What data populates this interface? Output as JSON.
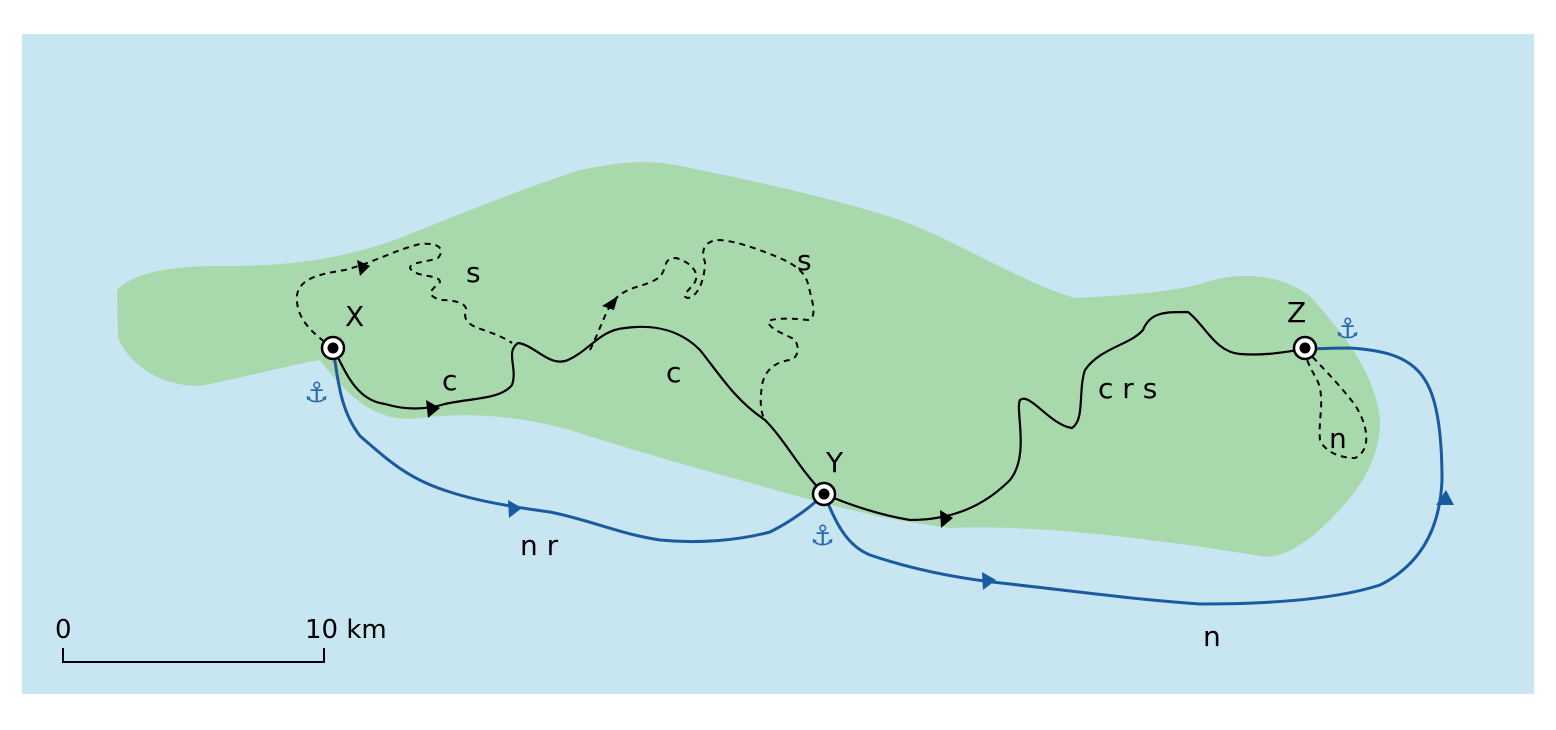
{
  "colors": {
    "sea": "#c8e6f1",
    "land": "#a8d9ad",
    "land_route": "#000000",
    "sea_route": "#1a5aa0",
    "anchor": "#2a6bb0"
  },
  "towns": {
    "x": "X",
    "y": "Y",
    "z": "Z"
  },
  "routes": {
    "x_y_land": "c",
    "x_y_land_2": "c",
    "y_z_land": "c r s",
    "x_spur_1": "s",
    "x_spur_2": "s",
    "z_spur": "n",
    "x_y_sea": "n r",
    "y_z_sea": "n"
  },
  "icons": {
    "anchor_glyph": "⚓"
  },
  "scale_bar": {
    "start": "0",
    "end": "10 km"
  }
}
